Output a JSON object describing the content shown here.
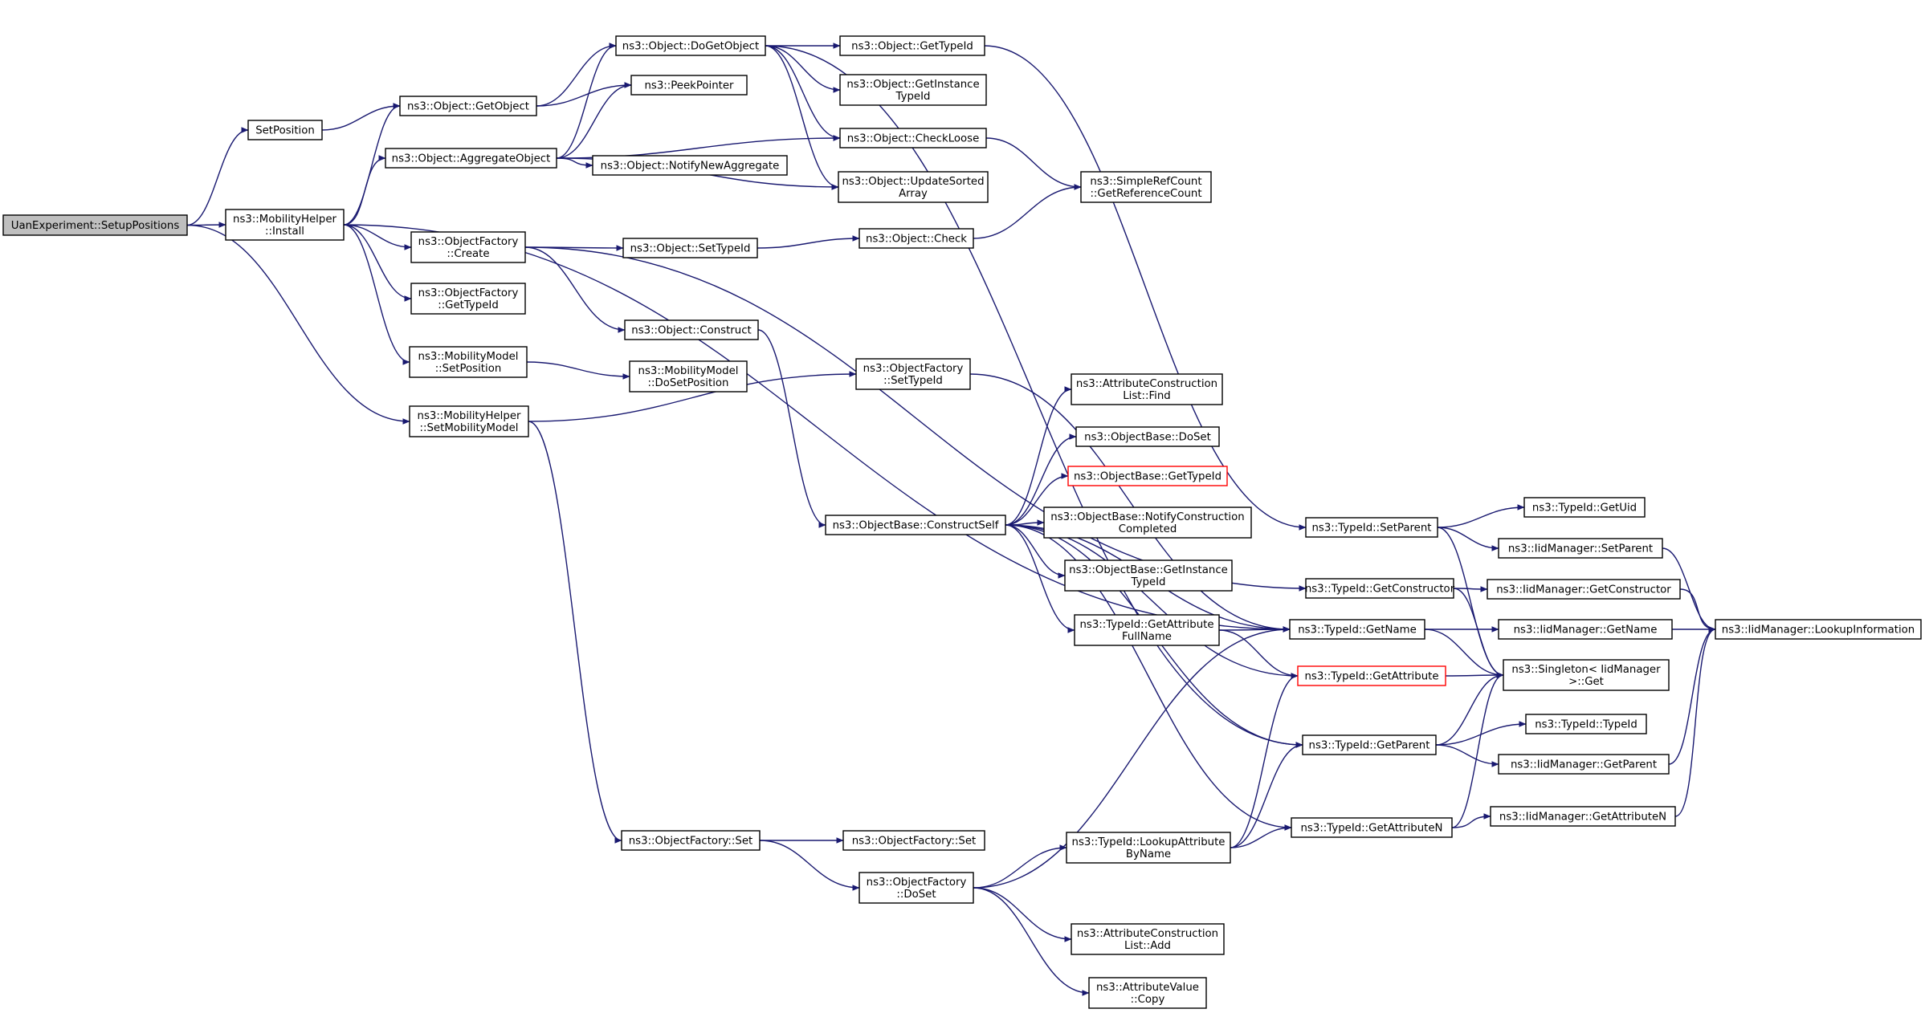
{
  "colors": {
    "edge": "#191970",
    "root_fill": "#bfbfbf",
    "missing_border": "#ff0000",
    "box_border": "#000000"
  },
  "nodes": {
    "setup_positions": [
      "UanExperiment::SetupPositions"
    ],
    "set_position": [
      "SetPosition"
    ],
    "mh_install": [
      "ns3::MobilityHelper",
      "::Install"
    ],
    "mh_set_mobility_model": [
      "ns3::MobilityHelper",
      "::SetMobilityModel"
    ],
    "obj_get_object": [
      "ns3::Object::GetObject"
    ],
    "obj_aggregate": [
      "ns3::Object::AggregateObject"
    ],
    "of_create": [
      "ns3::ObjectFactory",
      "::Create"
    ],
    "of_get_typeid": [
      "ns3::ObjectFactory",
      "::GetTypeId"
    ],
    "mm_set_position": [
      "ns3::MobilityModel",
      "::SetPosition"
    ],
    "obj_do_get_object": [
      "ns3::Object::DoGetObject"
    ],
    "peek_pointer": [
      "ns3::PeekPointer"
    ],
    "obj_notify_new_aggregate": [
      "ns3::Object::NotifyNewAggregate"
    ],
    "obj_set_typeid": [
      "ns3::Object::SetTypeId"
    ],
    "obj_construct": [
      "ns3::Object::Construct"
    ],
    "mm_do_set_position": [
      "ns3::MobilityModel",
      "::DoSetPosition"
    ],
    "of_set_typeid": [
      "ns3::ObjectFactory",
      "::SetTypeId"
    ],
    "obj_get_typeid": [
      "ns3::Object::GetTypeId"
    ],
    "obj_get_instance_typeid": [
      "ns3::Object::GetInstance",
      "TypeId"
    ],
    "obj_check_loose": [
      "ns3::Object::CheckLoose"
    ],
    "obj_update_sorted_array": [
      "ns3::Object::UpdateSorted",
      "Array"
    ],
    "obj_check": [
      "ns3::Object::Check"
    ],
    "simple_ref_count": [
      "ns3::SimpleRefCount",
      "::GetReferenceCount"
    ],
    "ob_construct_self": [
      "ns3::ObjectBase::ConstructSelf"
    ],
    "acl_find": [
      "ns3::AttributeConstruction",
      "List::Find"
    ],
    "ob_do_set": [
      "ns3::ObjectBase::DoSet"
    ],
    "ob_get_typeid": [
      "ns3::ObjectBase::GetTypeId"
    ],
    "ob_notify_construction": [
      "ns3::ObjectBase::NotifyConstruction",
      "Completed"
    ],
    "ob_get_instance_typeid": [
      "ns3::ObjectBase::GetInstance",
      "TypeId"
    ],
    "tid_get_attr_full_name": [
      "ns3::TypeId::GetAttribute",
      "FullName"
    ],
    "of_set": [
      "ns3::ObjectFactory::Set"
    ],
    "of_set2": [
      "ns3::ObjectFactory::Set"
    ],
    "of_do_set": [
      "ns3::ObjectFactory",
      "::DoSet"
    ],
    "tid_lookup_attr": [
      "ns3::TypeId::LookupAttribute",
      "ByName"
    ],
    "acl_add": [
      "ns3::AttributeConstruction",
      "List::Add"
    ],
    "av_copy": [
      "ns3::AttributeValue",
      "::Copy"
    ],
    "tid_set_parent": [
      "ns3::TypeId::SetParent"
    ],
    "tid_get_constructor": [
      "ns3::TypeId::GetConstructor"
    ],
    "tid_get_name": [
      "ns3::TypeId::GetName"
    ],
    "tid_get_attribute": [
      "ns3::TypeId::GetAttribute"
    ],
    "tid_get_parent": [
      "ns3::TypeId::GetParent"
    ],
    "tid_get_attribute_n": [
      "ns3::TypeId::GetAttributeN"
    ],
    "tid_get_uid": [
      "ns3::TypeId::GetUid"
    ],
    "iid_set_parent": [
      "ns3::IidManager::SetParent"
    ],
    "iid_get_constructor": [
      "ns3::IidManager::GetConstructor"
    ],
    "iid_get_name": [
      "ns3::IidManager::GetName"
    ],
    "singleton_get": [
      "ns3::Singleton< IidManager",
      ">::Get"
    ],
    "tid_typeid": [
      "ns3::TypeId::TypeId"
    ],
    "iid_get_parent": [
      "ns3::IidManager::GetParent"
    ],
    "iid_get_attribute_n": [
      "ns3::IidManager::GetAttributeN"
    ],
    "iid_lookup_info": [
      "ns3::IidManager::LookupInformation"
    ]
  },
  "edges": [
    [
      "setup_positions",
      "set_position"
    ],
    [
      "setup_positions",
      "mh_install"
    ],
    [
      "setup_positions",
      "mh_set_mobility_model"
    ],
    [
      "set_position",
      "obj_get_object"
    ],
    [
      "mh_install",
      "obj_get_object"
    ],
    [
      "mh_install",
      "obj_aggregate"
    ],
    [
      "mh_install",
      "of_create"
    ],
    [
      "mh_install",
      "of_get_typeid"
    ],
    [
      "mh_install",
      "mm_set_position"
    ],
    [
      "mh_install",
      "tid_get_name"
    ],
    [
      "obj_get_object",
      "obj_do_get_object"
    ],
    [
      "obj_get_object",
      "peek_pointer"
    ],
    [
      "obj_aggregate",
      "obj_do_get_object"
    ],
    [
      "obj_aggregate",
      "peek_pointer"
    ],
    [
      "obj_aggregate",
      "obj_notify_new_aggregate"
    ],
    [
      "obj_aggregate",
      "obj_check_loose"
    ],
    [
      "obj_aggregate",
      "obj_update_sorted_array"
    ],
    [
      "obj_do_get_object",
      "obj_get_typeid"
    ],
    [
      "obj_do_get_object",
      "obj_get_instance_typeid"
    ],
    [
      "obj_do_get_object",
      "obj_check_loose"
    ],
    [
      "obj_do_get_object",
      "obj_update_sorted_array"
    ],
    [
      "obj_do_get_object",
      "tid_get_parent"
    ],
    [
      "obj_get_typeid",
      "tid_set_parent"
    ],
    [
      "obj_check_loose",
      "simple_ref_count"
    ],
    [
      "obj_check",
      "simple_ref_count"
    ],
    [
      "of_create",
      "obj_set_typeid"
    ],
    [
      "of_create",
      "obj_construct"
    ],
    [
      "of_create",
      "tid_get_constructor"
    ],
    [
      "obj_set_typeid",
      "obj_check"
    ],
    [
      "obj_construct",
      "ob_construct_self"
    ],
    [
      "mm_set_position",
      "mm_do_set_position"
    ],
    [
      "mh_set_mobility_model",
      "of_set_typeid"
    ],
    [
      "mh_set_mobility_model",
      "of_set"
    ],
    [
      "of_set_typeid",
      "tid_get_name"
    ],
    [
      "ob_construct_self",
      "acl_find"
    ],
    [
      "ob_construct_self",
      "ob_do_set"
    ],
    [
      "ob_construct_self",
      "ob_get_typeid"
    ],
    [
      "ob_construct_self",
      "ob_notify_construction"
    ],
    [
      "ob_construct_self",
      "ob_get_instance_typeid"
    ],
    [
      "ob_construct_self",
      "tid_get_attr_full_name"
    ],
    [
      "ob_construct_self",
      "tid_get_name"
    ],
    [
      "ob_construct_self",
      "tid_get_attribute"
    ],
    [
      "ob_construct_self",
      "tid_get_parent"
    ],
    [
      "ob_construct_self",
      "tid_get_attribute_n"
    ],
    [
      "tid_get_attr_full_name",
      "tid_get_name"
    ],
    [
      "tid_get_attr_full_name",
      "tid_get_attribute"
    ],
    [
      "of_set",
      "of_set2"
    ],
    [
      "of_set",
      "of_do_set"
    ],
    [
      "of_do_set",
      "tid_lookup_attr"
    ],
    [
      "of_do_set",
      "acl_add"
    ],
    [
      "of_do_set",
      "av_copy"
    ],
    [
      "of_do_set",
      "tid_get_name"
    ],
    [
      "tid_lookup_attr",
      "tid_get_attribute"
    ],
    [
      "tid_lookup_attr",
      "tid_get_parent"
    ],
    [
      "tid_lookup_attr",
      "tid_get_attribute_n"
    ],
    [
      "tid_set_parent",
      "tid_get_uid"
    ],
    [
      "tid_set_parent",
      "iid_set_parent"
    ],
    [
      "tid_set_parent",
      "singleton_get"
    ],
    [
      "tid_get_constructor",
      "iid_get_constructor"
    ],
    [
      "tid_get_constructor",
      "singleton_get"
    ],
    [
      "tid_get_name",
      "iid_get_name"
    ],
    [
      "tid_get_name",
      "singleton_get"
    ],
    [
      "tid_get_attribute",
      "singleton_get"
    ],
    [
      "tid_get_parent",
      "singleton_get"
    ],
    [
      "tid_get_parent",
      "tid_typeid"
    ],
    [
      "tid_get_parent",
      "iid_get_parent"
    ],
    [
      "tid_get_attribute_n",
      "singleton_get"
    ],
    [
      "tid_get_attribute_n",
      "iid_get_attribute_n"
    ],
    [
      "iid_set_parent",
      "iid_lookup_info"
    ],
    [
      "iid_get_constructor",
      "iid_lookup_info"
    ],
    [
      "iid_get_name",
      "iid_lookup_info"
    ],
    [
      "iid_get_parent",
      "iid_lookup_info"
    ],
    [
      "iid_get_attribute_n",
      "iid_lookup_info"
    ]
  ]
}
